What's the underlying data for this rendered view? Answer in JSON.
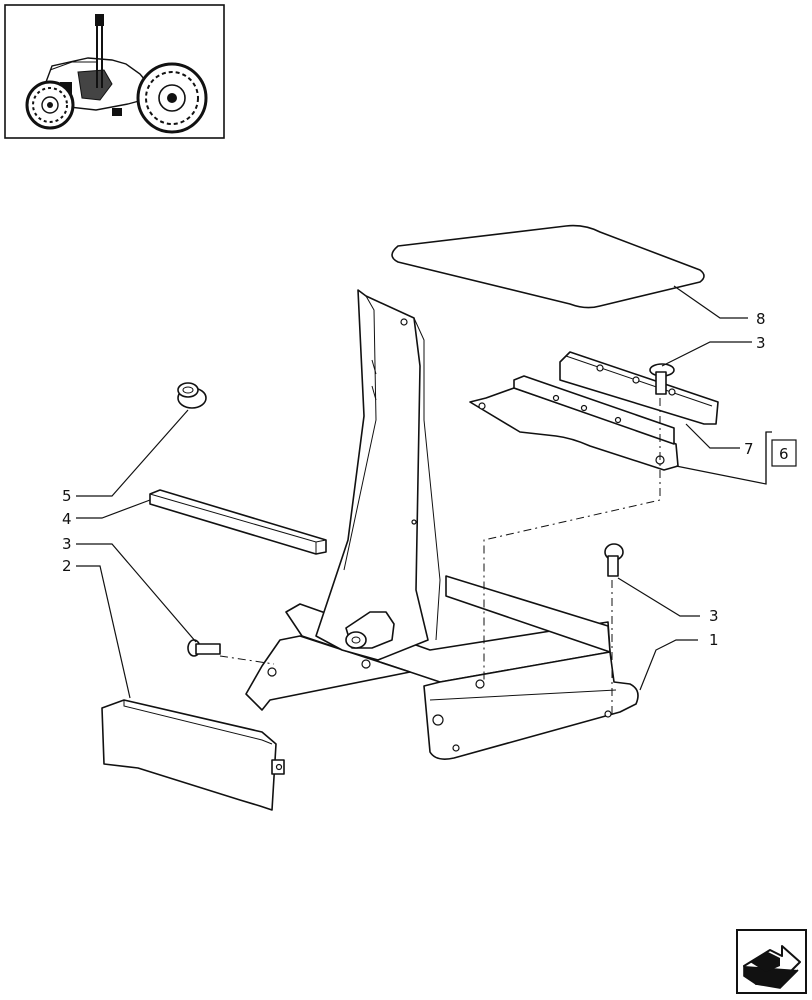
{
  "callouts": [
    {
      "id": "c8",
      "text": "8"
    },
    {
      "id": "c3a",
      "text": "3"
    },
    {
      "id": "c7",
      "text": "7"
    },
    {
      "id": "c6",
      "text": "6"
    },
    {
      "id": "c5",
      "text": "5"
    },
    {
      "id": "c4",
      "text": "4"
    },
    {
      "id": "c3b",
      "text": "3"
    },
    {
      "id": "c2",
      "text": "2"
    },
    {
      "id": "c3c",
      "text": "3"
    },
    {
      "id": "c1",
      "text": "1"
    }
  ],
  "icons": {
    "thumbnail": "tractor-thumbnail-icon",
    "next_page": "next-page-arrow-icon"
  }
}
